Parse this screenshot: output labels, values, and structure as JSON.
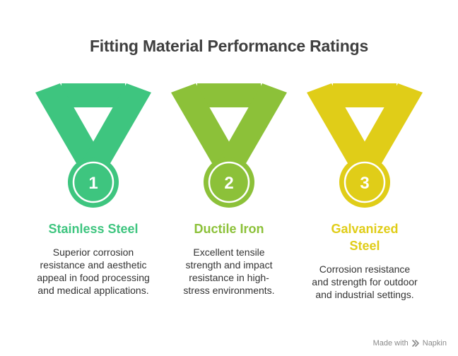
{
  "title": "Fitting Material Performance Ratings",
  "items": [
    {
      "number": "1",
      "label": "Stainless Steel",
      "description": "Superior corrosion resistance and aesthetic appeal in food processing and medical applications.",
      "color": "#3ec57f",
      "dark": "#2fae6b"
    },
    {
      "number": "2",
      "label": "Ductile Iron",
      "description": "Excellent tensile strength and impact resistance in high-stress environments.",
      "color": "#8cc139",
      "dark": "#79ab2c"
    },
    {
      "number": "3",
      "label": "Galvanized Steel",
      "description": "Corrosion resistance and strength for outdoor and industrial settings.",
      "color": "#e0cd18",
      "dark": "#c9b70e"
    }
  ],
  "footer": {
    "prefix": "Made with",
    "brand": "Napkin",
    "icon": "napkin-logo-icon"
  }
}
